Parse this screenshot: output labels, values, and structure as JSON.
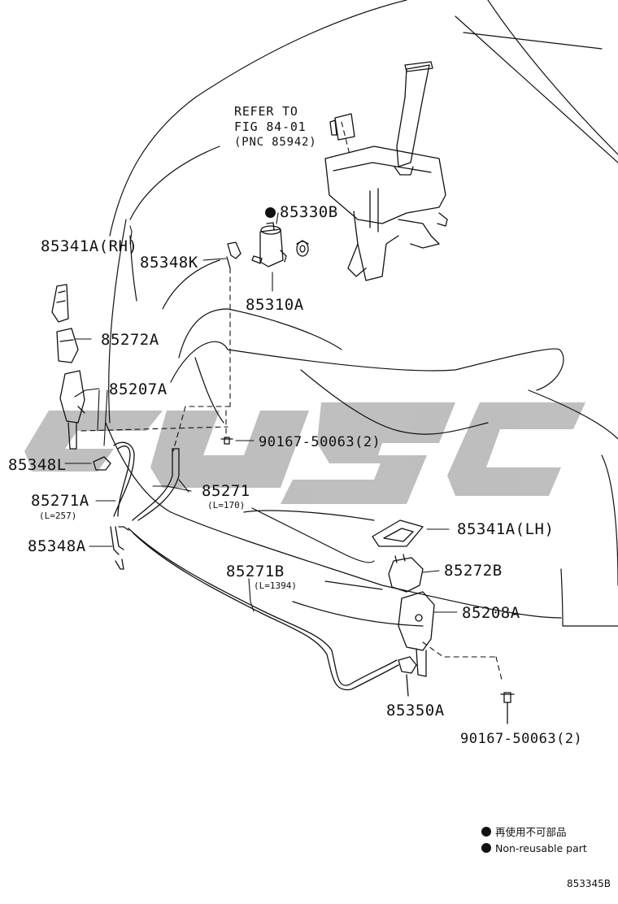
{
  "refer_note": {
    "line1": "REFER TO",
    "line2": "FIG 84-01",
    "line3": "(PNC 85942)"
  },
  "parts": {
    "p85330B": "85330B",
    "p85341A_RH": "85341A(RH)",
    "p85348K": "85348K",
    "p85310A": "85310A",
    "p85272A": "85272A",
    "p85207A": "85207A",
    "bolt_upper": "90167-50063(2)",
    "p85348L": "85348L",
    "p85271A": "85271A",
    "p85271A_len": "(L=257)",
    "p85271": "85271",
    "p85271_len": "(L=170)",
    "p85341A_LH": "85341A(LH)",
    "p85348A": "85348A",
    "p85272B": "85272B",
    "p85271B": "85271B",
    "p85271B_len": "(L=1394)",
    "p85208A": "85208A",
    "p85350A": "85350A",
    "bolt_lower": "90167-50063(2)"
  },
  "legend": {
    "jp": "再使用不可部品",
    "en": "Non-reusable part"
  },
  "figure_number": "853345B",
  "watermark_color": "#b8b8b8"
}
